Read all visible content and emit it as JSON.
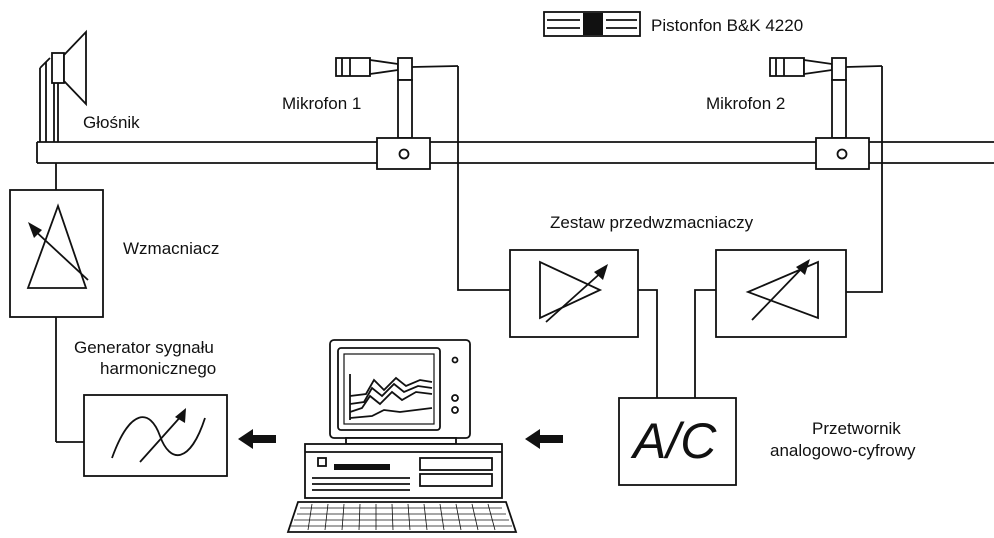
{
  "labels": {
    "pistonfon": "Pistonfon B&K 4220",
    "speaker": "Głośnik",
    "mic1": "Mikrofon 1",
    "mic2": "Mikrofon 2",
    "amplifier": "Wzmacniacz",
    "preamps": "Zestaw przedwzmacniaczy",
    "generator_line1": "Generator sygnału",
    "generator_line2": "harmonicznego",
    "converter_symbol": "A/C",
    "converter_line1": "Przetwornik",
    "converter_line2": "analogowo-cyfrowy"
  },
  "icons": {
    "speaker": "loudspeaker-icon",
    "microphone": "microphone-icon",
    "amplifier": "amplifier-triangle-icon",
    "generator": "sine-wave-icon",
    "computer": "desktop-computer-icon",
    "arrow": "left-arrow-icon",
    "pistonphone": "pistonphone-icon"
  }
}
